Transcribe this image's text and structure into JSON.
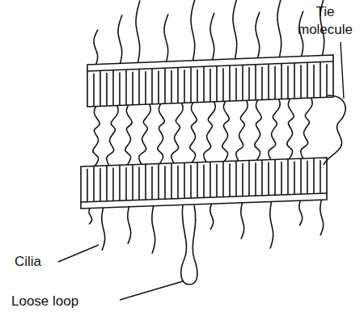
{
  "diagram": {
    "labels": [
      "Tie molecule",
      "Cilia",
      "Loose loop"
    ]
  }
}
